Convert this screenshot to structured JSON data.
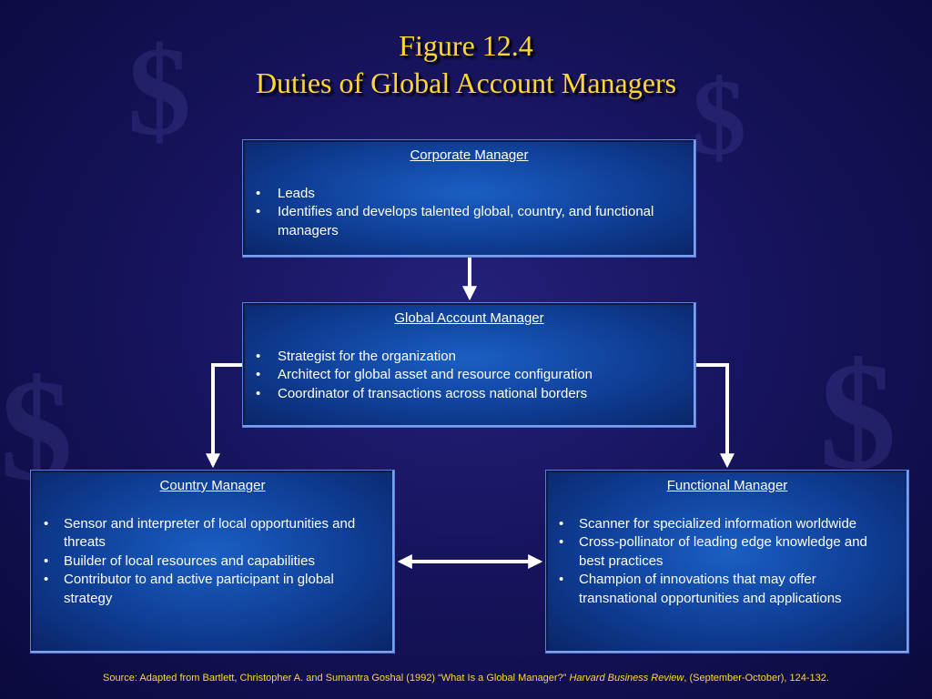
{
  "title": {
    "line1": "Figure 12.4",
    "line2": "Duties of Global Account Managers"
  },
  "boxes": {
    "corporate": {
      "heading": "Corporate Manager",
      "items": [
        "Leads",
        "Identifies and develops talented global, country, and functional managers"
      ]
    },
    "global_account": {
      "heading": "Global Account Manager",
      "items": [
        "Strategist for the organization",
        "Architect for global asset and resource configuration",
        "Coordinator of transactions across national borders"
      ]
    },
    "country": {
      "heading": "Country Manager",
      "items": [
        "Sensor and interpreter of local opportunities and threats",
        "Builder of local resources and capabilities",
        "Contributor to and active participant in global strategy"
      ]
    },
    "functional": {
      "heading": "Functional Manager",
      "items": [
        "Scanner for specialized information worldwide",
        "Cross-pollinator of leading edge knowledge and best practices",
        "Champion of innovations that may offer transnational opportunities and applications"
      ]
    }
  },
  "bullet_glyph": "•",
  "source": {
    "prefix": "Source: Adapted from Bartlett, Christopher A. and Sumantra Goshal (1992) “What Is a Global Manager?”",
    "journal": "Harvard Business Review",
    "suffix": ", (September-October), 124-132."
  },
  "colors": {
    "title": "#ffd633",
    "box_fill": "#1a5fc4",
    "arrows": "#ffffff"
  }
}
